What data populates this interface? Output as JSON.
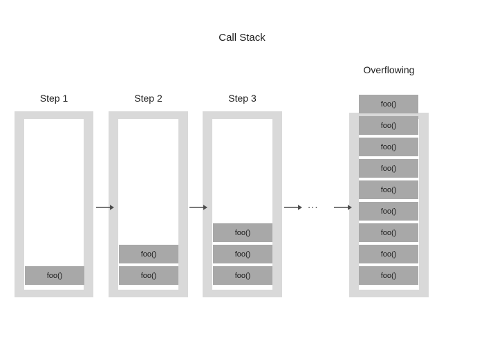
{
  "diagram": {
    "title": "Call Stack",
    "frame_label": "foo()",
    "ellipsis": "...",
    "colors": {
      "frame_fill": "#a8a8a8",
      "container_fill": "#d9d9d9",
      "inner_fill": "#ffffff",
      "text": "#1d1d1d",
      "arrow": "#4d4d4d",
      "background": "#ffffff"
    }
  },
  "columns": [
    {
      "id": "step-1",
      "title": "Step 1",
      "overflowing": false,
      "frame_count": 1,
      "frames": [
        "foo()"
      ]
    },
    {
      "id": "step-2",
      "title": "Step 2",
      "overflowing": false,
      "frame_count": 2,
      "frames": [
        "foo()",
        "foo()"
      ]
    },
    {
      "id": "step-3",
      "title": "Step 3",
      "overflowing": false,
      "frame_count": 3,
      "frames": [
        "foo()",
        "foo()",
        "foo()"
      ]
    },
    {
      "id": "overflowing",
      "title": "Overflowing",
      "overflowing": true,
      "frame_count": 9,
      "frames": [
        "foo()",
        "foo()",
        "foo()",
        "foo()",
        "foo()",
        "foo()",
        "foo()",
        "foo()",
        "foo()"
      ]
    }
  ],
  "arrows": [
    {
      "id": "arrow-1",
      "from": "step-1",
      "to": "step-2"
    },
    {
      "id": "arrow-2",
      "from": "step-2",
      "to": "step-3"
    },
    {
      "id": "arrow-3",
      "from": "step-3",
      "to": "ellipsis"
    },
    {
      "id": "arrow-4",
      "from": "ellipsis",
      "to": "overflowing"
    }
  ]
}
